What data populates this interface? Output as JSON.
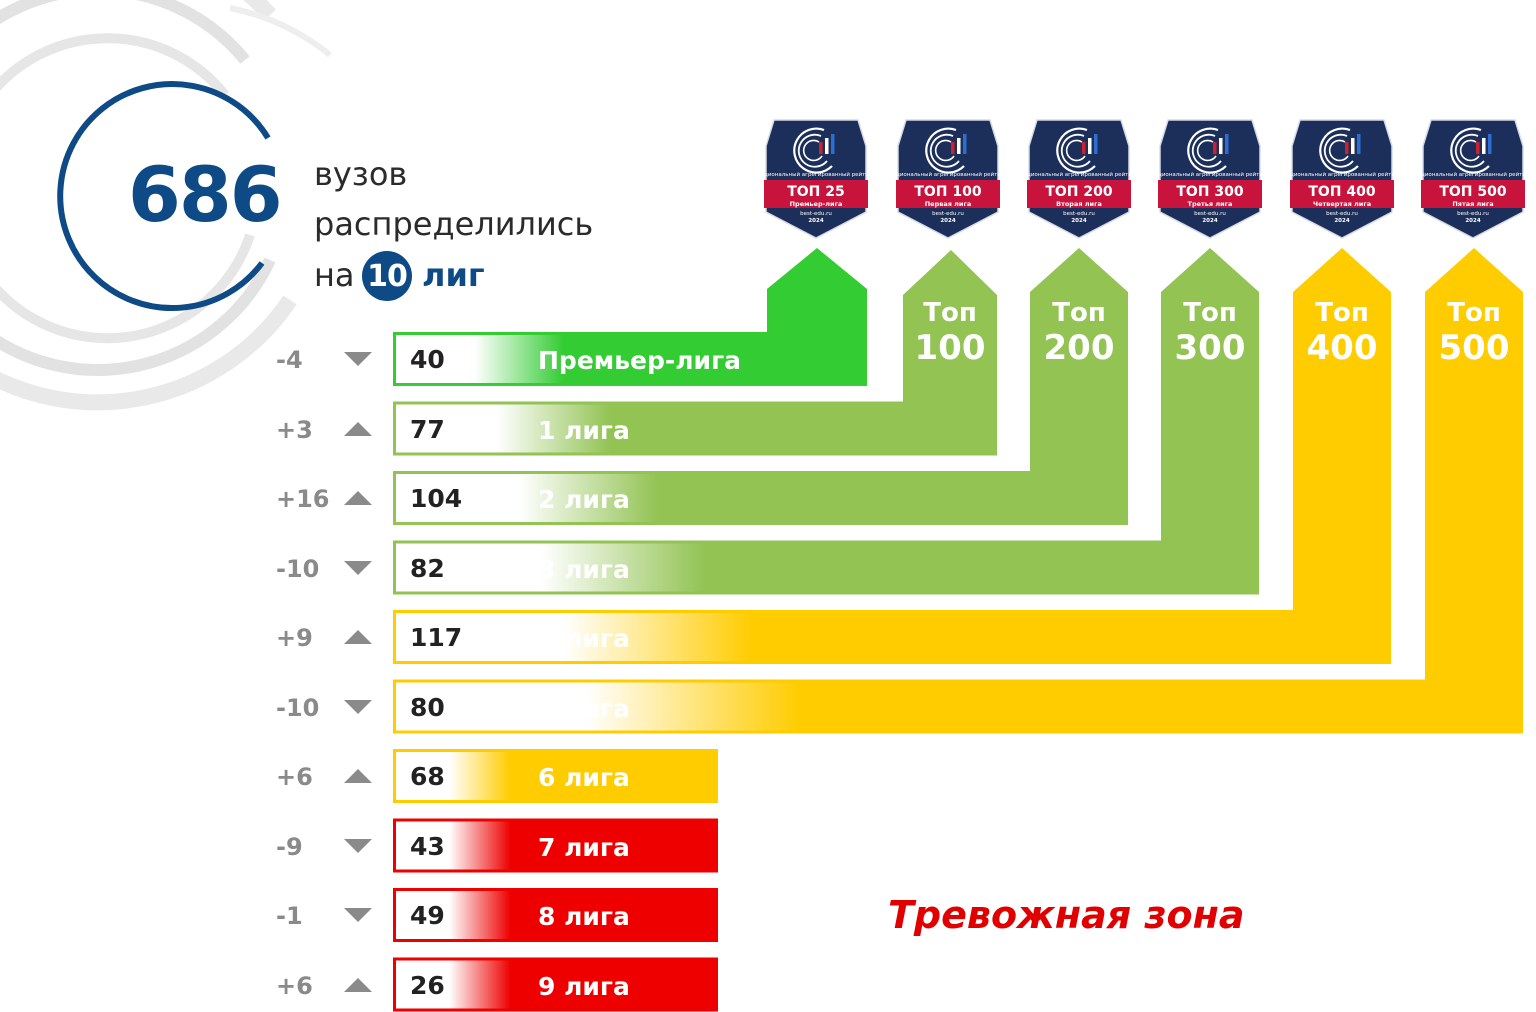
{
  "summary": {
    "total": "686",
    "line1": "вузов",
    "line2": "распределились",
    "line3_prefix": "на",
    "leagues_count": "10",
    "line3_suffix": "лиг"
  },
  "leagues": [
    {
      "delta": "-4",
      "direction": "down",
      "count": "40",
      "label": "Премьер-лига",
      "color": "#33cc33"
    },
    {
      "delta": "+3",
      "direction": "up",
      "count": "77",
      "label": "1 лига",
      "color": "#92c353"
    },
    {
      "delta": "+16",
      "direction": "up",
      "count": "104",
      "label": "2 лига",
      "color": "#92c353"
    },
    {
      "delta": "-10",
      "direction": "down",
      "count": "82",
      "label": "3 лига",
      "color": "#92c353"
    },
    {
      "delta": "+9",
      "direction": "up",
      "count": "117",
      "label": "4 лига",
      "color": "#ffcc00"
    },
    {
      "delta": "-10",
      "direction": "down",
      "count": "80",
      "label": "5 лига",
      "color": "#ffcc00"
    },
    {
      "delta": "+6",
      "direction": "up",
      "count": "68",
      "label": "6 лига",
      "color": "#ffcc00"
    },
    {
      "delta": "-9",
      "direction": "down",
      "count": "43",
      "label": "7 лига",
      "color": "#ee0000"
    },
    {
      "delta": "-1",
      "direction": "down",
      "count": "49",
      "label": "8 лига",
      "color": "#ee0000"
    },
    {
      "delta": "+6",
      "direction": "up",
      "count": "26",
      "label": "9 лига",
      "color": "#ee0000"
    }
  ],
  "tops": [
    {
      "word": "Топ",
      "number": "100"
    },
    {
      "word": "Топ",
      "number": "200"
    },
    {
      "word": "Топ",
      "number": "300"
    },
    {
      "word": "Топ",
      "number": "400"
    },
    {
      "word": "Топ",
      "number": "500"
    }
  ],
  "badges": [
    {
      "org": "Национальный агрегированный рейтинг",
      "title": "ТОП 25",
      "league": "Премьер-лига",
      "site": "best-edu.ru",
      "year": "2024"
    },
    {
      "org": "Национальный агрегированный рейтинг",
      "title": "ТОП 100",
      "league": "Первая лига",
      "site": "best-edu.ru",
      "year": "2024"
    },
    {
      "org": "Национальный агрегированный рейтинг",
      "title": "ТОП 200",
      "league": "Вторая лига",
      "site": "best-edu.ru",
      "year": "2024"
    },
    {
      "org": "Национальный агрегированный рейтинг",
      "title": "ТОП 300",
      "league": "Третья лига",
      "site": "best-edu.ru",
      "year": "2024"
    },
    {
      "org": "Национальный агрегированный рейтинг",
      "title": "ТОП 400",
      "league": "Четвертая лига",
      "site": "best-edu.ru",
      "year": "2024"
    },
    {
      "org": "Национальный агрегированный рейтинг",
      "title": "ТОП 500",
      "league": "Пятая лига",
      "site": "best-edu.ru",
      "year": "2024"
    }
  ],
  "alarm_zone": "Тревожная зона",
  "colors": {
    "brand_blue": "#0d4a86",
    "premier_green": "#33cc33",
    "light_green": "#92c353",
    "yellow": "#ffcc00",
    "red": "#ee0000",
    "badge_navy": "#1c2f5a",
    "badge_ribbon": "#c8143c"
  }
}
